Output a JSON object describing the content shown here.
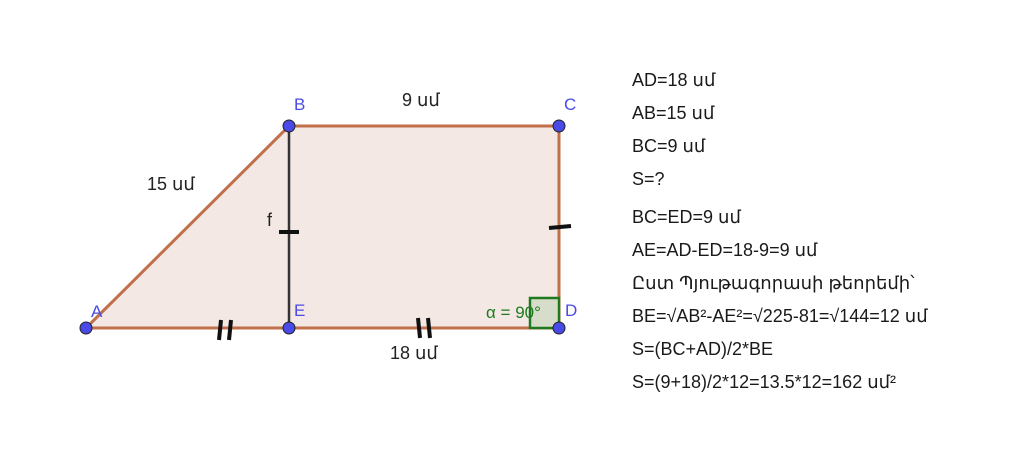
{
  "figure": {
    "points": {
      "A": "A",
      "B": "B",
      "C": "C",
      "D": "D",
      "E": "E"
    },
    "labels": {
      "bc": "9 սմ",
      "ab": "15 սմ",
      "ad": "18 սմ",
      "segment_f": "f",
      "angle": "α = 90°"
    },
    "colors": {
      "edge": "#c0704a",
      "fill": "#f3e8e3",
      "point": "#4a4ae8",
      "angle": "#1f7a1f",
      "height": "#333333"
    }
  },
  "solution": {
    "lines": [
      "AD=18 սմ",
      "AB=15 սմ",
      "BC=9 սմ",
      "S=?",
      "BC=ED=9 սմ",
      "AE=AD-ED=18-9=9 սմ",
      "Ըստ Պյութագորասի թեորեմի՝",
      "BE=√AB²-AE²=√225-81=√144=12 սմ",
      "S=(BC+AD)/2*BE",
      "S=(9+18)/2*12=13.5*12=162 սմ²"
    ]
  }
}
